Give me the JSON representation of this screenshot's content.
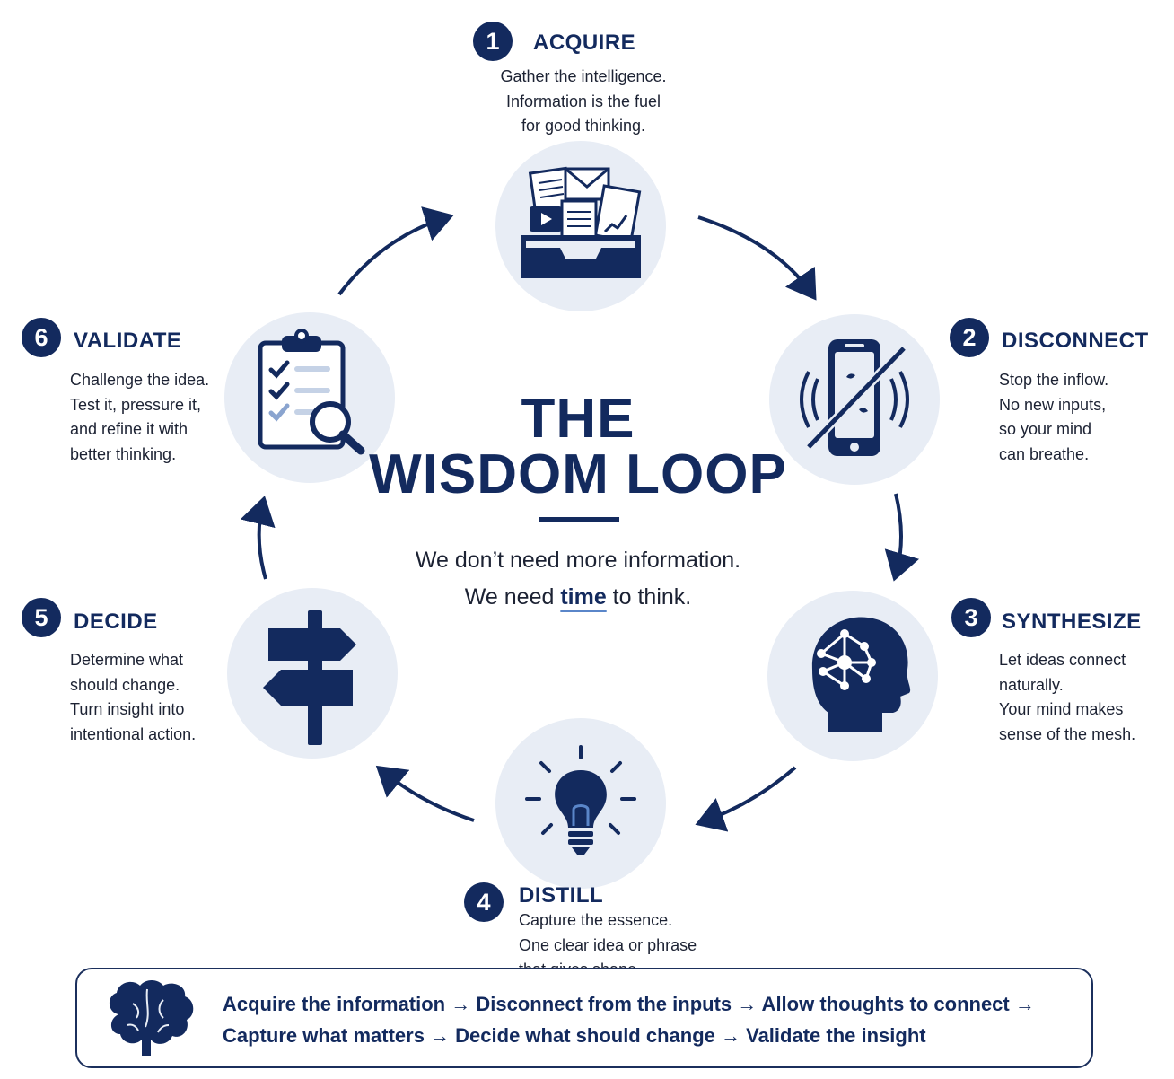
{
  "center": {
    "title_line1": "THE",
    "title_line2": "WISDOM LOOP",
    "tagline_line1": "We don’t need more information.",
    "tagline_line2_pre": "We need ",
    "tagline_line2_highlight": "time",
    "tagline_line2_post": " to think."
  },
  "steps": [
    {
      "number": "1",
      "title": "ACQUIRE",
      "description": [
        "Gather the intelligence.",
        "Information is the fuel",
        "for good thinking."
      ],
      "icon": "inbox-documents-icon"
    },
    {
      "number": "2",
      "title": "DISCONNECT",
      "description": [
        "Stop the inflow.",
        "No new inputs,",
        "so your mind",
        "can breathe."
      ],
      "icon": "phone-off-icon"
    },
    {
      "number": "3",
      "title": "SYNTHESIZE",
      "description": [
        "Let ideas connect",
        "naturally.",
        "Your mind makes",
        "sense of the mesh."
      ],
      "icon": "head-network-icon"
    },
    {
      "number": "4",
      "title": "DISTILL",
      "description": [
        "Capture the essence.",
        "One clear idea or phrase",
        "that gives shape."
      ],
      "icon": "lightbulb-icon"
    },
    {
      "number": "5",
      "title": "DECIDE",
      "description": [
        "Determine what",
        "should change.",
        "Turn insight into",
        "intentional action."
      ],
      "icon": "signpost-icon"
    },
    {
      "number": "6",
      "title": "VALIDATE",
      "description": [
        "Challenge the idea.",
        "Test it, pressure it,",
        "and refine it with",
        "better thinking."
      ],
      "icon": "clipboard-magnifier-icon"
    }
  ],
  "summary": {
    "icon": "brain-icon",
    "line1": "Acquire the information → Disconnect from the inputs → Allow thoughts to connect →",
    "line2": "Capture what matters → Decide what should change → Validate the insight"
  },
  "colors": {
    "navy": "#132a5e",
    "circle": "#e8edf5",
    "accent": "#5a86c9"
  }
}
